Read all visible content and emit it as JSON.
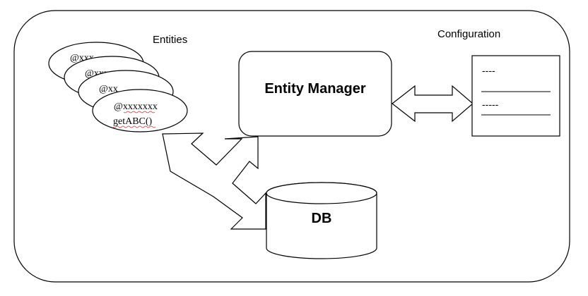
{
  "labels": {
    "entities": "Entities",
    "configuration": "Configuration",
    "entity_manager": "Entity Manager",
    "db": "DB"
  },
  "entity_cards": [
    {
      "annotation": "@xxx"
    },
    {
      "annotation": "@xxx"
    },
    {
      "annotation": "@xx"
    }
  ],
  "front_entity": {
    "annotation": "@xxxxxxx",
    "method": "getABC()"
  },
  "config_lines": [
    "----",
    "-----"
  ]
}
